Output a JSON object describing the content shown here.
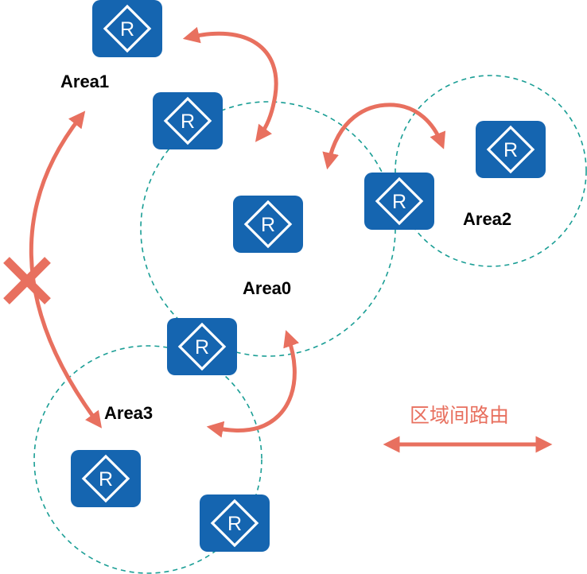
{
  "diagram": {
    "router_label": "R",
    "areas": {
      "area0": "Area0",
      "area1": "Area1",
      "area2": "Area2",
      "area3": "Area3"
    },
    "legend": {
      "label": "区域间路由"
    },
    "colors": {
      "router": "#1565b0",
      "area_border": "#1a9e95",
      "route_arrow": "#e8705f"
    },
    "icons": [
      "router-icon",
      "bidirectional-arrow-icon",
      "blocked-x-icon"
    ]
  }
}
